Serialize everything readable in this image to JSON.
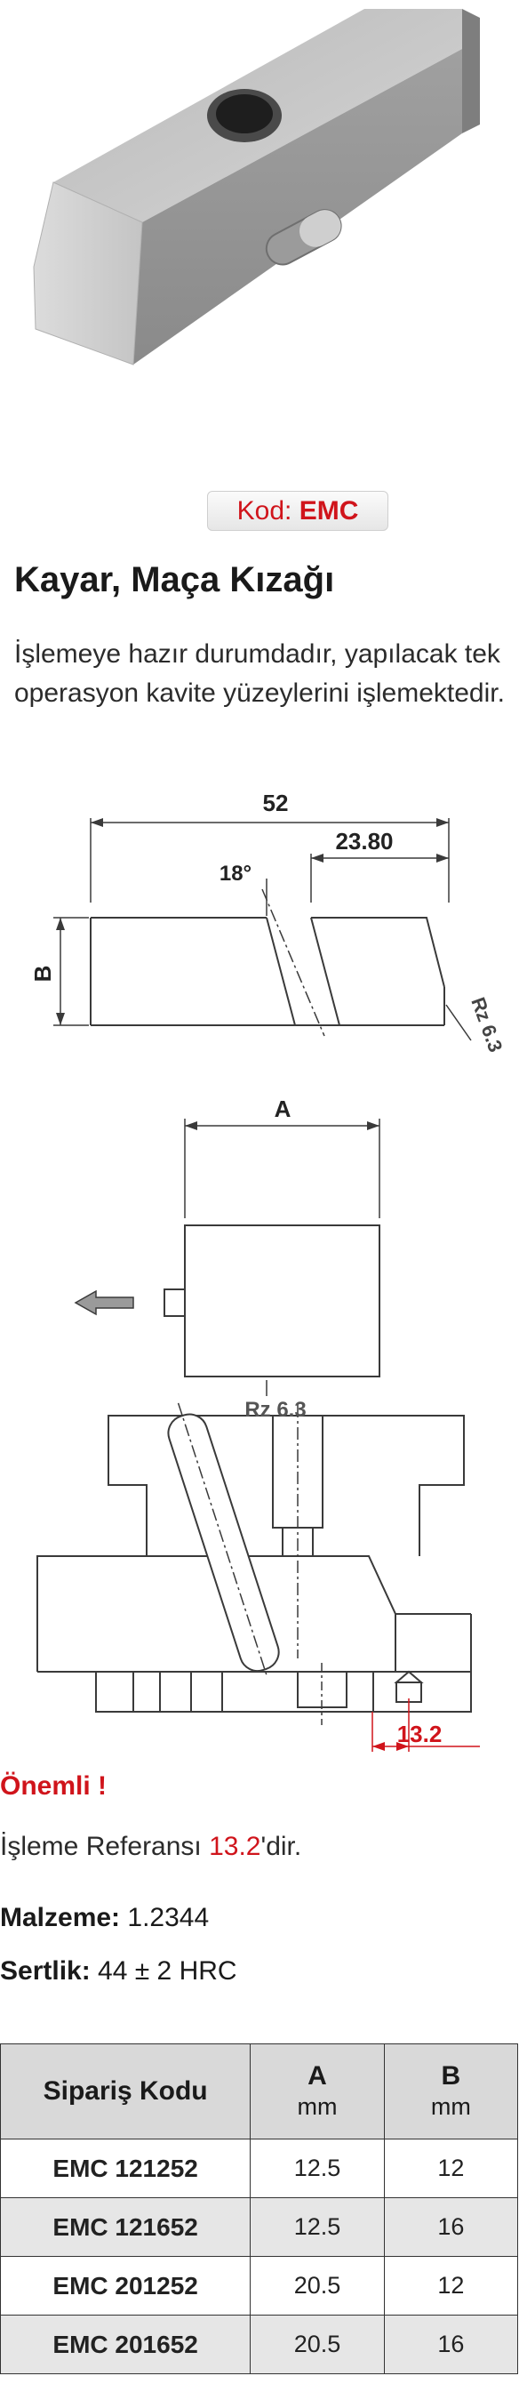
{
  "product": {
    "code_label": "Kod:",
    "code_value": "EMC",
    "title": "Kayar, Maça Kızağı",
    "description": "İşlemeye hazır durumdadır, yapılacak tek operasyon kavite yüzeylerini işlemektedir."
  },
  "drawing": {
    "dim_52": "52",
    "dim_23_80": "23.80",
    "angle": "18°",
    "dim_B": "B",
    "rz_side": "Rz 6.3",
    "dim_A": "A",
    "rz_bottom": "Rz 6.3",
    "dim_13_2": "13.2"
  },
  "notes": {
    "important": "Önemli !",
    "ref_prefix": "İşleme Referansı ",
    "ref_value": "13.2",
    "ref_suffix": "'dir.",
    "material_label": "Malzeme:",
    "material_value": " 1.2344",
    "hardness_label": "Sertlik:",
    "hardness_value": " 44 ± 2 HRC"
  },
  "table": {
    "headers": {
      "code": "Sipariş Kodu",
      "a": "A",
      "a_unit": "mm",
      "b": "B",
      "b_unit": "mm"
    },
    "rows": [
      {
        "code": "EMC 121252",
        "a": "12.5",
        "b": "12"
      },
      {
        "code": "EMC 121652",
        "a": "12.5",
        "b": "16"
      },
      {
        "code": "EMC 201252",
        "a": "20.5",
        "b": "12"
      },
      {
        "code": "EMC 201652",
        "a": "20.5",
        "b": "16"
      }
    ]
  },
  "colors": {
    "accent_red": "#d0141b",
    "header_gray": "#d9d9d9",
    "row_alt_gray": "#e6e6e6"
  }
}
